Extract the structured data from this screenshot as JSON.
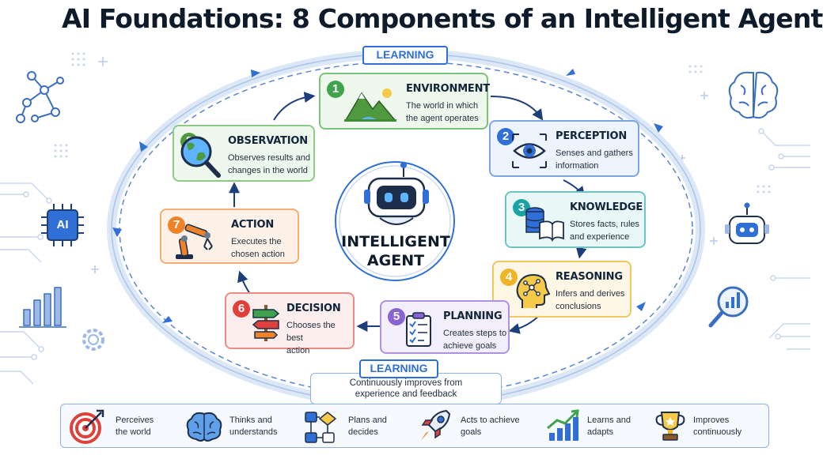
{
  "title": "AI Foundations: 8 Components of an Intelligent Agent",
  "learning_top": "LEARNING",
  "learning_bottom": "LEARNING",
  "learning_desc": [
    "Continuously improves from",
    "experience and feedback"
  ],
  "center": {
    "line1": "INTELLIGENT",
    "line2": "AGENT"
  },
  "side_chip": "AI",
  "colors": {
    "loop": "#2f6fd6",
    "environment": "#3fa34d",
    "perception": "#2f6fd6",
    "knowledge": "#1aa3a3",
    "reasoning": "#f0b429",
    "planning": "#8a63d2",
    "decision": "#e0403a",
    "action": "#f0832a",
    "observation": "#4f9a3e"
  },
  "components": [
    {
      "num": "1",
      "title": "ENVIRONMENT",
      "desc": [
        "The world in which",
        "the agent operates"
      ],
      "icon": "mountain-landscape-icon"
    },
    {
      "num": "2",
      "title": "PERCEPTION",
      "desc": [
        "Senses and gathers",
        "information"
      ],
      "icon": "eye-icon"
    },
    {
      "num": "3",
      "title": "KNOWLEDGE",
      "desc": [
        "Stores facts, rules",
        "and experience"
      ],
      "icon": "database-book-icon"
    },
    {
      "num": "4",
      "title": "REASONING",
      "desc": [
        "Infers and derives",
        "conclusions"
      ],
      "icon": "head-network-icon"
    },
    {
      "num": "5",
      "title": "PLANNING",
      "desc": [
        "Creates steps to",
        "achieve goals"
      ],
      "icon": "clipboard-checklist-icon"
    },
    {
      "num": "6",
      "title": "DECISION",
      "desc": [
        "Chooses the best",
        "action"
      ],
      "icon": "signpost-icon"
    },
    {
      "num": "7",
      "title": "ACTION",
      "desc": [
        "Executes the",
        "chosen action"
      ],
      "icon": "robot-arm-icon"
    },
    {
      "num": "8",
      "title": "OBSERVATION",
      "desc": [
        "Observes results and",
        "changes in the world"
      ],
      "icon": "magnifier-globe-icon"
    }
  ],
  "bottom_items": [
    {
      "icon": "target-icon",
      "text": [
        "Perceives",
        "the world"
      ]
    },
    {
      "icon": "brain-icon",
      "text": [
        "Thinks and",
        "understands"
      ]
    },
    {
      "icon": "flowchart-icon",
      "text": [
        "Plans and",
        "decides"
      ]
    },
    {
      "icon": "rocket-icon",
      "text": [
        "Acts to achieve",
        "goals"
      ]
    },
    {
      "icon": "growth-chart-icon",
      "text": [
        "Learns and",
        "adapts"
      ]
    },
    {
      "icon": "trophy-icon",
      "text": [
        "Improves",
        "continuously"
      ]
    }
  ]
}
